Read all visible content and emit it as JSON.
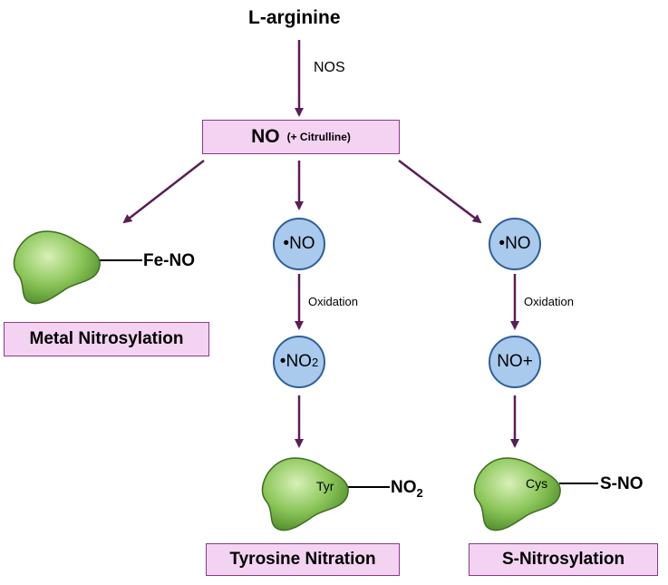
{
  "substrate": "L-arginine",
  "enzyme": "NOS",
  "product": {
    "main": "NO",
    "side": "(+ Citrulline)"
  },
  "left_branch": {
    "adduct": "Fe-NO",
    "label": "Metal Nitrosylation"
  },
  "middle_branch": {
    "radical": "•NO",
    "step": "Oxidation",
    "oxidized": {
      "base": "•NO",
      "sub": "2"
    },
    "residue": "Tyr",
    "adduct": {
      "base": "NO",
      "sub": "2"
    },
    "label": "Tyrosine Nitration"
  },
  "right_branch": {
    "radical": "•NO",
    "step": "Oxidation",
    "oxidized": "NO+",
    "residue": "Cys",
    "adduct": "S-NO",
    "label": "S-Nitrosylation"
  },
  "colors": {
    "arrow": "#5a1e56",
    "box_fill": "#f4d3f2",
    "circle_fill": "#a9c9ed",
    "protein": "#8cc65a"
  },
  "icons": [
    "protein-blob-icon"
  ]
}
